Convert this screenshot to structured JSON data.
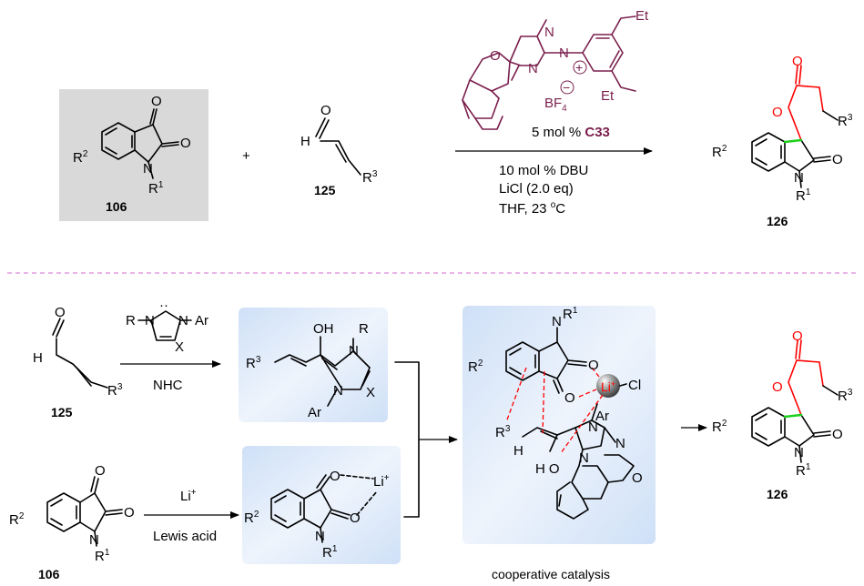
{
  "colors": {
    "catalyst": "#7a1f4d",
    "oxygen": "#ff0000",
    "new_bond": "#1ed01e",
    "divider": "#d98ad6",
    "highlight_box": "#d9d9d9"
  },
  "top_scheme": {
    "substrate1": {
      "id": "106",
      "r_left": "R",
      "r_left_sup": "2",
      "n_sub": "R",
      "n_sub_sup": "1",
      "o1": "O",
      "o2": "O",
      "n": "N"
    },
    "plus": "+",
    "substrate2": {
      "id": "125",
      "h": "H",
      "o": "O",
      "r": "R",
      "r_sup": "3"
    },
    "catalyst": {
      "et_top": "Et",
      "et_bottom": "Et",
      "o": "O",
      "n1": "N",
      "n2": "N",
      "n3": "N",
      "plus": "+",
      "minus": "−",
      "counterion": "BF",
      "counterion_sub": "4",
      "loading_prefix": "5 mol % ",
      "name": "C33"
    },
    "conditions": [
      "10 mol % DBU",
      "LiCl (2.0 eq)",
      "THF, 23 "
    ],
    "temp_unit_sup": "o",
    "temp_unit": "C",
    "product": {
      "id": "126",
      "o_top": "O",
      "o_ring": "O",
      "o_amide": "O",
      "n": "N",
      "r_left": "R",
      "r_left_sup": "2",
      "r_right": "R",
      "r_right_sup": "3",
      "n_sub": "R",
      "n_sub_sup": "1"
    }
  },
  "mechanism": {
    "aldehyde": {
      "id": "125",
      "h": "H",
      "o": "O",
      "r": "R",
      "r_sup": "3"
    },
    "nhc": {
      "r": "R",
      "ar": "Ar",
      "n1": "N",
      "n2": "N",
      "x": "X",
      "label": "NHC",
      "lone_pair": "··"
    },
    "breslow": {
      "oh": "OH",
      "r3": "R",
      "r3_sup": "3",
      "n_top": "N",
      "n_bottom": "N",
      "r": "R",
      "ar": "Ar",
      "x": "X"
    },
    "isatin": {
      "id": "106",
      "r_left": "R",
      "r_left_sup": "2",
      "n_sub": "R",
      "n_sub_sup": "1",
      "o1": "O",
      "o2": "O",
      "n": "N"
    },
    "lewis_acid": {
      "reagent": "Li",
      "reagent_sup": "+",
      "label": "Lewis acid"
    },
    "li_complex": {
      "li": "Li",
      "li_sup": "+",
      "o1": "O",
      "o2": "O",
      "n": "N",
      "r_left": "R",
      "r_left_sup": "2",
      "n_sub": "R",
      "n_sub_sup": "1"
    },
    "transition_state": {
      "n": "N",
      "r1": "R",
      "r1_sup": "1",
      "r2": "R",
      "r2_sup": "2",
      "o1": "O",
      "o2": "O",
      "li": "Li",
      "li_sup": "+",
      "cl": "Cl",
      "r3": "R",
      "r3_sup": "3",
      "h": "H",
      "o_enol": "O",
      "ar": "Ar",
      "n_a": "N",
      "n_b": "N",
      "n_c": "N",
      "o_ring": "O",
      "caption": "cooperative catalysis"
    },
    "product": {
      "id": "126",
      "o_top": "O",
      "o_ring": "O",
      "o_amide": "O",
      "n": "N",
      "r_left": "R",
      "r_left_sup": "2",
      "r_right": "R",
      "r_right_sup": "3",
      "n_sub": "R",
      "n_sub_sup": "1"
    }
  }
}
